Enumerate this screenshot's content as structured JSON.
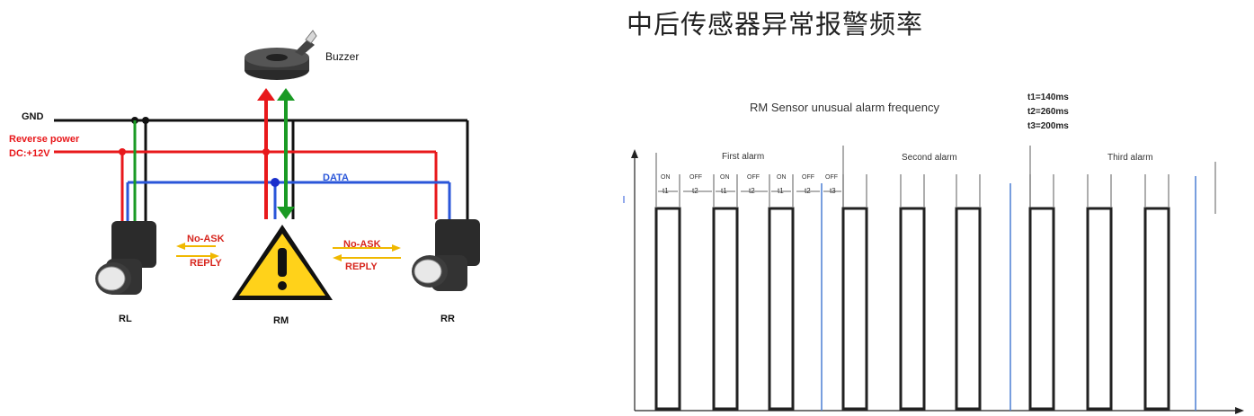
{
  "diagram": {
    "buzzer_label": "Buzzer",
    "wires": {
      "gnd": "GND",
      "reverse_power": "Reverse  power",
      "dc": "DC:+12V",
      "data": "DATA"
    },
    "nodes": {
      "left": "RL",
      "middle": "RM",
      "right": "RR"
    },
    "messages": {
      "left_top": "No-ASK",
      "left_bottom": "REPLY",
      "right_top": "No-ASK",
      "right_bottom": "REPLY"
    },
    "colors": {
      "gnd": "#111111",
      "power": "#e8181b",
      "data": "#2a56d9",
      "signal": "#1a9a24",
      "message_arrow": "#f0b800",
      "warning": "#ffd21a"
    }
  },
  "timing": {
    "heading": "中后传感器异常报警频率",
    "chart_title": "RM Sensor unusual alarm frequency",
    "params": [
      "t1=140ms",
      "t2=260ms",
      "t3=200ms"
    ],
    "phases": [
      "First alarm",
      "Second alarm",
      "Third alarm"
    ],
    "state_labels": {
      "on": "ON",
      "off": "OFF"
    },
    "interval_labels": [
      "t1",
      "t2",
      "t1",
      "t2",
      "t1",
      "t2",
      "t3"
    ]
  }
}
